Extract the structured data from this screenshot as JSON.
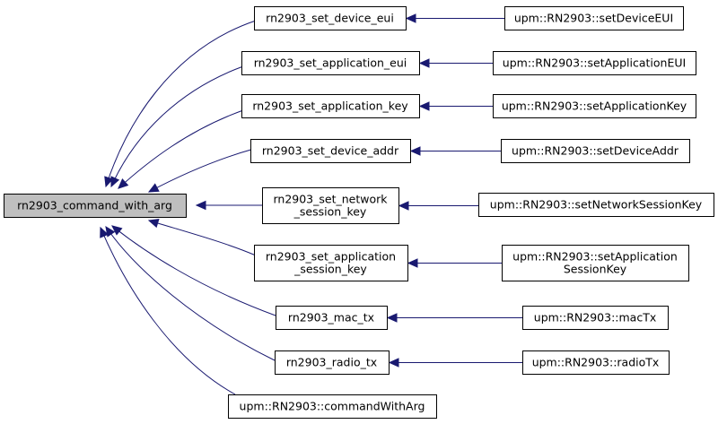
{
  "root": {
    "label": "rn2903_command_with_arg"
  },
  "callers": [
    {
      "id": "set_device_eui",
      "label": [
        "rn2903_set_device_eui"
      ],
      "caller": [
        "upm::RN2903::setDeviceEUI"
      ]
    },
    {
      "id": "set_application_eui",
      "label": [
        "rn2903_set_application_eui"
      ],
      "caller": [
        "upm::RN2903::setApplicationEUI"
      ]
    },
    {
      "id": "set_application_key",
      "label": [
        "rn2903_set_application_key"
      ],
      "caller": [
        "upm::RN2903::setApplicationKey"
      ]
    },
    {
      "id": "set_device_addr",
      "label": [
        "rn2903_set_device_addr"
      ],
      "caller": [
        "upm::RN2903::setDeviceAddr"
      ]
    },
    {
      "id": "set_network_session_key",
      "label": [
        "rn2903_set_network",
        "_session_key"
      ],
      "caller": [
        "upm::RN2903::setNetworkSessionKey"
      ]
    },
    {
      "id": "set_application_session_key",
      "label": [
        "rn2903_set_application",
        "_session_key"
      ],
      "caller": [
        "upm::RN2903::setApplication",
        "SessionKey"
      ]
    },
    {
      "id": "mac_tx",
      "label": [
        "rn2903_mac_tx"
      ],
      "caller": [
        "upm::RN2903::macTx"
      ]
    },
    {
      "id": "radio_tx",
      "label": [
        "rn2903_radio_tx"
      ],
      "caller": [
        "upm::RN2903::radioTx"
      ]
    },
    {
      "id": "command_with_arg",
      "label": [
        "upm::RN2903::commandWithArg"
      ],
      "caller": []
    }
  ],
  "colors": {
    "edge": "#191970",
    "root_fill": "#bfbfbf",
    "node_fill": "#ffffff",
    "border": "#000000"
  }
}
